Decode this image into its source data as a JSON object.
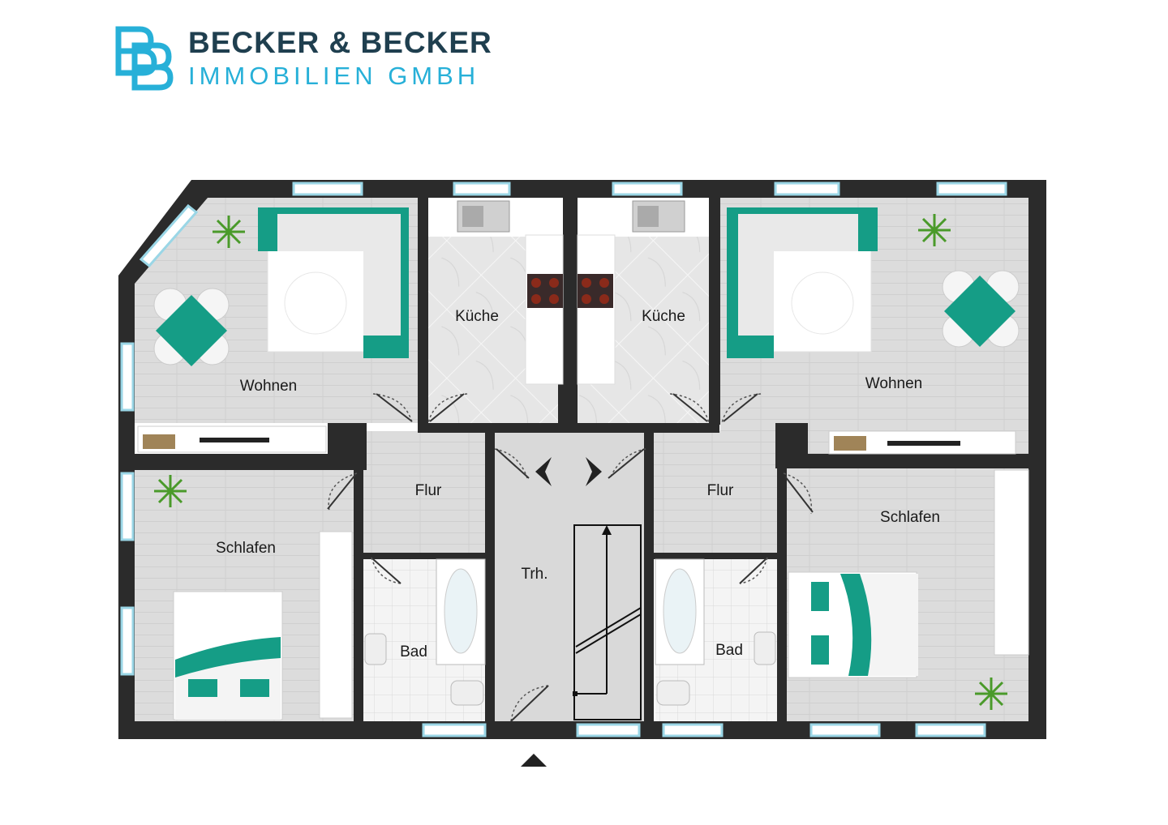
{
  "brand": {
    "name_line1": "BECKER & BECKER",
    "name_line2": "IMMOBILIEN GMBH",
    "logo_icon": "bb-logo-icon",
    "accent_color": "#27b0d8",
    "dark_color": "#1f3f4f"
  },
  "colors": {
    "wall": "#2b2b2b",
    "furniture_accent": "#159d86",
    "floor_wood": "#dcdcdc",
    "floor_tile": "#f2f2f2",
    "floor_stair": "#d9d9d9",
    "window": "#bfe6f2"
  },
  "rooms": {
    "wohnen_left": "Wohnen",
    "kueche_left": "Küche",
    "kueche_right": "Küche",
    "wohnen_right": "Wohnen",
    "flur_left": "Flur",
    "flur_right": "Flur",
    "schlafen_left": "Schlafen",
    "schlafen_right": "Schlafen",
    "bad_left": "Bad",
    "bad_right": "Bad",
    "treppenhaus": "Trh."
  },
  "icons": {
    "entrance": "entrance-arrow-icon",
    "plant": "plant-icon",
    "sofa": "sofa-icon",
    "bed": "bed-icon",
    "sink": "sink-icon",
    "stove": "stove-icon",
    "bathtub": "bathtub-icon",
    "toilet": "toilet-icon",
    "dining_table": "dining-table-icon"
  }
}
